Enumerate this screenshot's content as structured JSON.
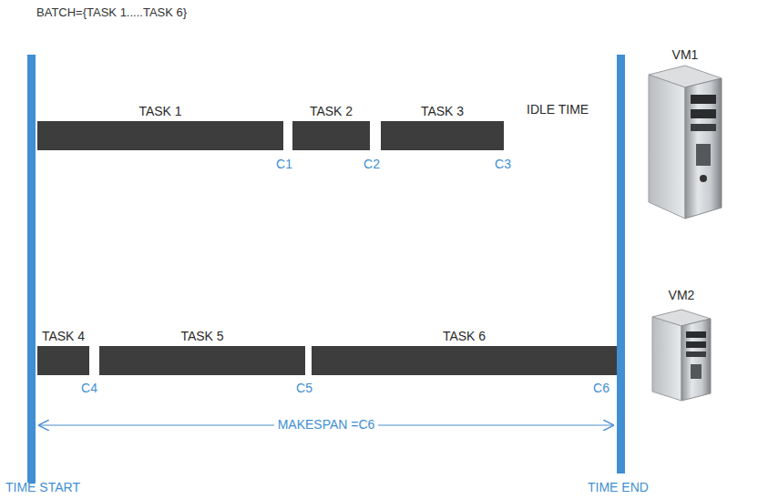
{
  "diagram": {
    "title": "BATCH={TASK 1.....TASK 6}",
    "nodes": [
      {
        "text": [
          "TASK 1"
        ]
      },
      {
        "text": [
          "TASK 2"
        ]
      },
      {
        "text": [
          "TASK 3"
        ]
      },
      {
        "text": [
          "TASK 4"
        ]
      },
      {
        "text": [
          "TASK 5"
        ]
      },
      {
        "text": [
          "TASK 6"
        ]
      }
    ],
    "labels": [
      "VM1",
      "IDLE TIME",
      "C1",
      "C2",
      "C3",
      "VM2",
      "C4",
      "C5",
      "C6",
      "MAKESPAN =C6",
      "TIME START",
      "TIME END"
    ]
  }
}
